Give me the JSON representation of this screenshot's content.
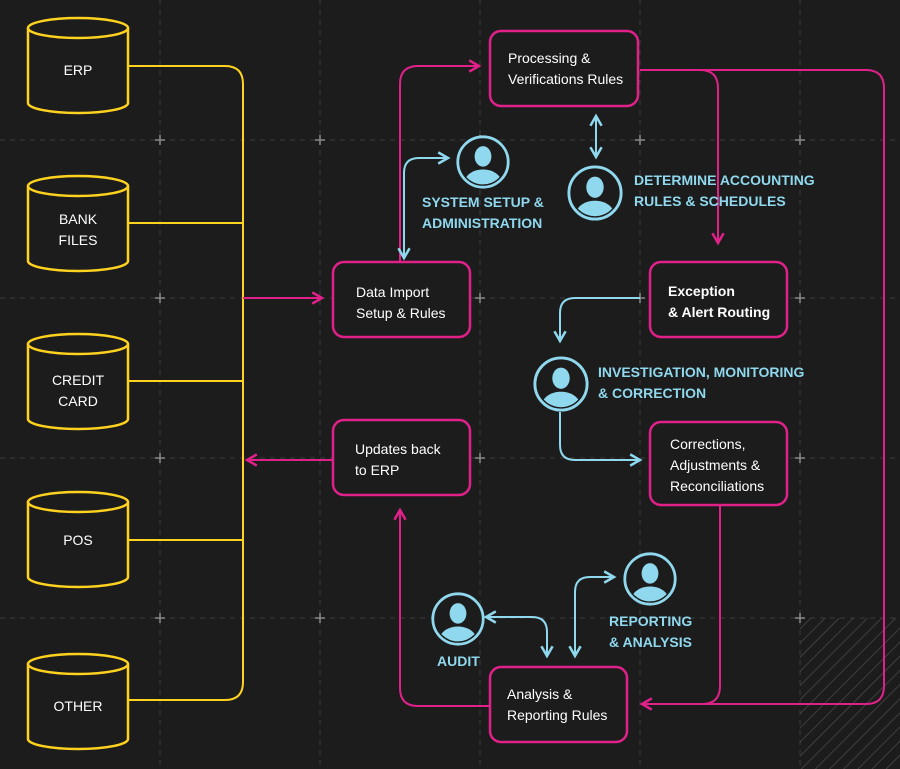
{
  "colors": {
    "background": "#1c1c1c",
    "grid": "#3d3d3d",
    "source": "#ffd21f",
    "process": "#e0218a",
    "role": "#8fd8ee"
  },
  "sources": [
    {
      "line1": "ERP",
      "line2": ""
    },
    {
      "line1": "BANK",
      "line2": "FILES"
    },
    {
      "line1": "CREDIT",
      "line2": "CARD"
    },
    {
      "line1": "POS",
      "line2": ""
    },
    {
      "line1": "OTHER",
      "line2": ""
    }
  ],
  "processes": {
    "data_import": {
      "line1": "Data Import",
      "line2": "Setup & Rules"
    },
    "updates_back": {
      "line1": "Updates back",
      "line2": "to ERP"
    },
    "processing": {
      "line1": "Processing &",
      "line2": "Verifications Rules"
    },
    "exception": {
      "line1": "Exception",
      "line2": "& Alert Routing"
    },
    "corrections": {
      "line1": "Corrections,",
      "line2": "Adjustments &",
      "line3": "Reconciliations"
    },
    "analysis": {
      "line1": "Analysis &",
      "line2": "Reporting Rules"
    }
  },
  "roles": {
    "system_setup": {
      "line1": "SYSTEM SETUP &",
      "line2": "ADMINISTRATION",
      "icon": "user-icon"
    },
    "accounting": {
      "line1": "DETERMINE ACCOUNTING",
      "line2": "RULES & SCHEDULES",
      "icon": "user-icon"
    },
    "investigation": {
      "line1": "INVESTIGATION, MONITORING",
      "line2": "& CORRECTION",
      "icon": "user-icon"
    },
    "reporting": {
      "line1": "REPORTING",
      "line2": "& ANALYSIS",
      "icon": "user-icon"
    },
    "audit": {
      "line1": "AUDIT",
      "icon": "user-icon"
    }
  }
}
